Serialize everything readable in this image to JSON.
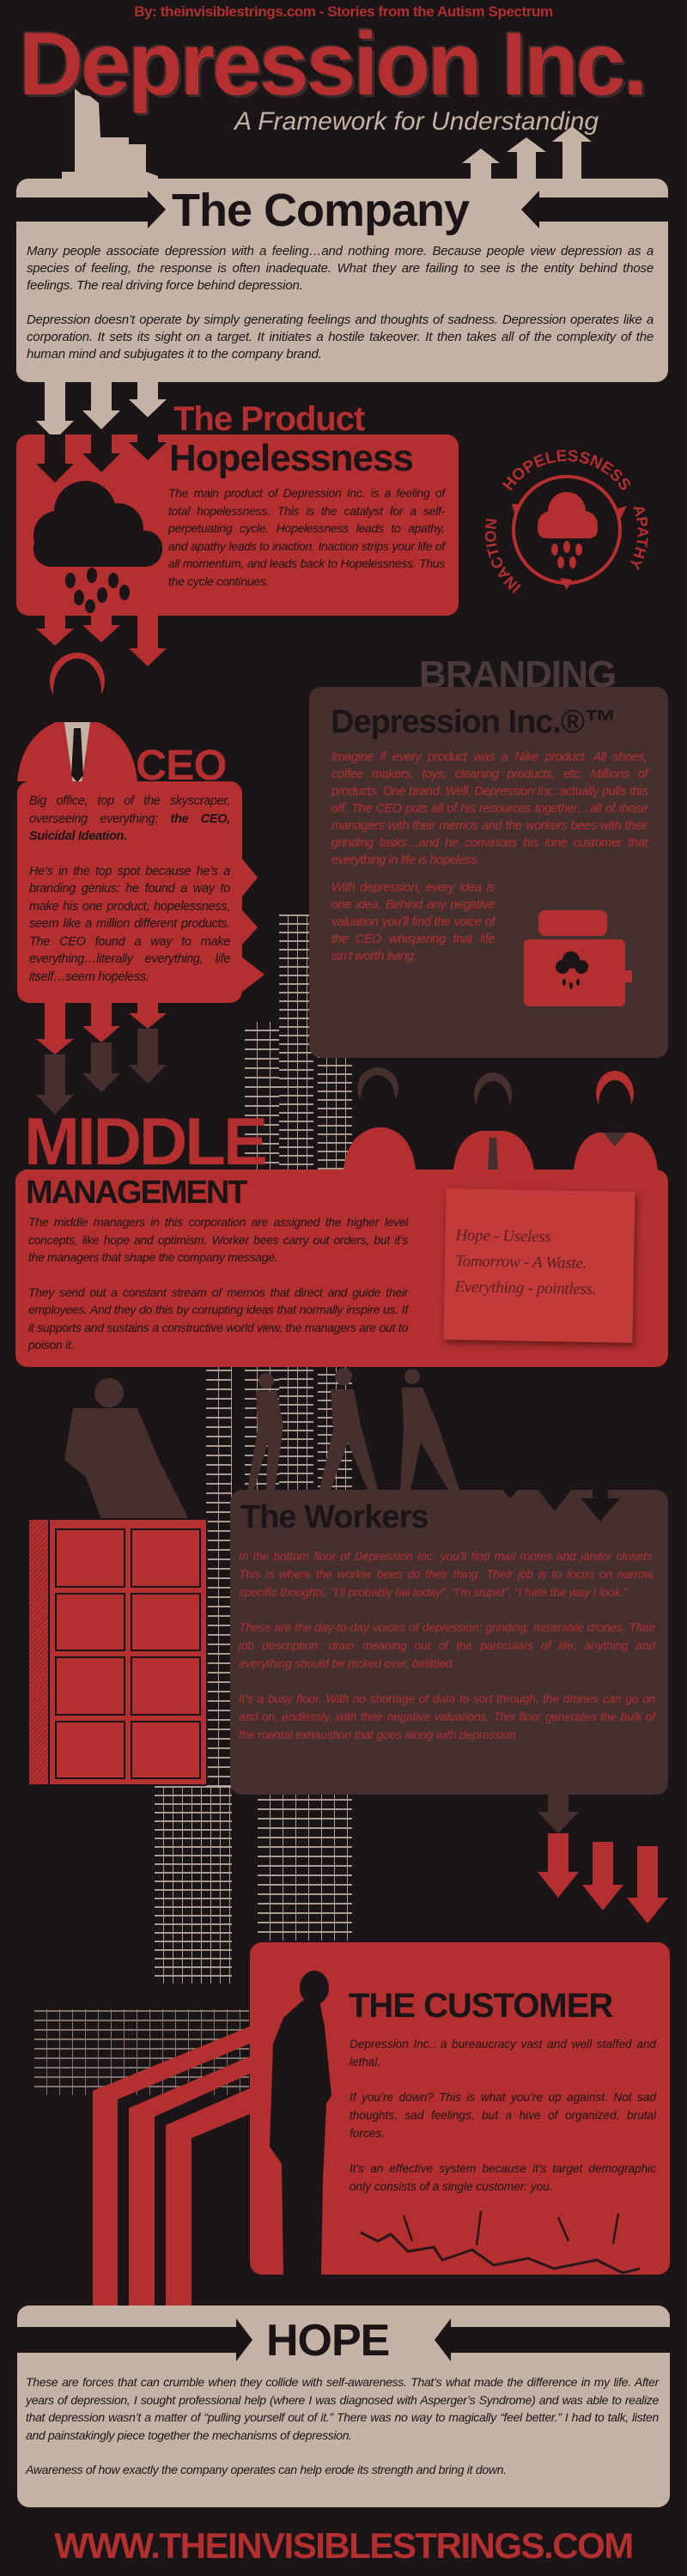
{
  "header": {
    "byline": "By: theinvisiblestrings.com - Stories from the Autism Spectrum",
    "title": "Depression Inc.",
    "subtitle": "A Framework for Understanding"
  },
  "company": {
    "title": "The Company",
    "paragraphs": [
      "Many people associate depression with a feeling…and nothing more. Because people view depression as a species of feeling, the response is often inadequate. What they are failing to see is the entity behind those feelings. The real driving force behind depression.",
      "Depression doesn’t operate by simply generating feelings and thoughts of sadness. Depression operates like a corporation. It sets its sight on a target. It initiates a hostile takeover. It then takes all of the complexity of the human mind and subjugates it to the company brand."
    ]
  },
  "product": {
    "kicker": "The Product",
    "title": "Hopelessness",
    "body": "The main product of Depression Inc. is a feeling of total hopelessness. This is the catalyst for a self-perpetuating cycle. Hopelessness leads to apathy, and apathy leads to inaction. Inaction strips your life of all momentum, and leads back to Hopelessness. Thus the cycle continues.",
    "cycle": {
      "top": "HOPELESSNESS",
      "right": "APATHY",
      "left": "INACTION"
    }
  },
  "ceo": {
    "title": "CEO",
    "p1_plain": "Big office, top of the skyscraper, overseeing everything: ",
    "p1_bold": "the CEO, Suicidal Ideation.",
    "p2": "He’s in the top spot because he’s a branding genius: he found a way to make his one product, hopelessness, seem like a million different products. The CEO found a way to make everything…literally everything, life itself…seem hopeless."
  },
  "branding": {
    "heading": "BRANDING",
    "title": "Depression Inc.®™",
    "p1": "Imagine if every product was a Nike product. All shoes, coffee makers, toys, cleaning products, etc. Millions of products. One brand. Well, Depression Inc. actually pulls this off. The CEO puts all of his resources together…all of those managers with their memos and the workers bees with their grinding tasks…and he convinces his lone customer that everything in life is hopeless.",
    "p2": "With depression, every idea is one idea. Behind any negative valuation you’ll find the voice of the CEO whispering that life isn’t worth living."
  },
  "middle_management": {
    "title_line1": "MIDDLE",
    "title_line2": "MANAGEMENT",
    "paragraphs": [
      "The middle managers in this corporation are assigned the higher level concepts, like hope and optimism. Worker bees carry out orders, but it’s the managers that shape the company message.",
      "They send out a constant stream of memos that direct and guide their employees. And they do this by corrupting ideas that normally inspire us. If it supports and sustains a constructive world view, the managers are out to poison it."
    ],
    "sticky_note": [
      "Hope - Useless",
      "Tomorrow - A Waste.",
      "Everything - pointless."
    ]
  },
  "workers": {
    "title": "The Workers",
    "paragraphs": [
      "In the bottom floor of Depression Inc. you’ll find mail rooms and janitor closets. This is where the worker bees do their thing. Their job is to focus on narrow, specific thoughts. “I’ll probably fail today”, “I’m stupid”, “I hate the way I look.”",
      "These are the day-to-day voices of depression; grinding, miserable drones. Their job description: drain meaning out of the particulars of life; anything and everything should be picked over, belittled.",
      "It’s a busy floor. With no shortage of data to sort through, the drones can go on and on, endlessly, with their negative valuations. This floor generates the bulk of the mental exhaustion that goes along with depression."
    ]
  },
  "customer": {
    "title": "THE CUSTOMER",
    "paragraphs": [
      "Depression Inc.: a bureaucracy vast and well staffed and lethal.",
      "If you’re down? This is what you’re up against. Not sad thoughts, sad feelings, but a hive of organized, brutal forces.",
      "It's an effective system because it's target demographic only consists of a single customer: you."
    ]
  },
  "hope": {
    "title": "HOPE",
    "paragraphs": [
      "These are forces that can crumble when they collide with self-awareness. That’s what made the difference in my life. After years of depression, I sought professional help (where I was diagnosed with Asperger’s Syndrome) and was able to realize that depression wasn’t a matter of “pulling yourself out of it.” There was no way to magically “feel better.” I had to talk, listen and painstakingly piece together the mechanisms of depression.",
      "Awareness of how exactly the company operates can help erode its strength and bring it down."
    ]
  },
  "footer": {
    "url": "WWW.THEINVISIBLESTRINGS.COM"
  },
  "colors": {
    "background": "#1c1517",
    "beige": "#c4b2a5",
    "red": "#b32f30",
    "brown": "#45302f"
  }
}
